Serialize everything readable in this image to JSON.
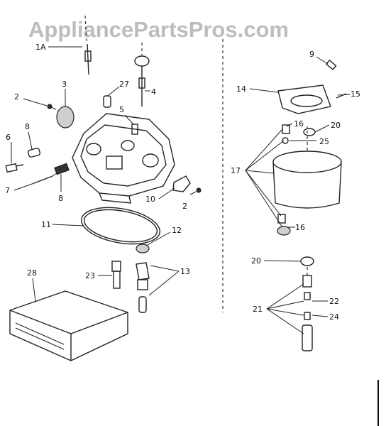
{
  "watermark": "AppliancePartsPros.com",
  "callouts": {
    "c1a": "1A",
    "c2a": "2",
    "c2b": "2",
    "c3": "3",
    "c4": "4",
    "c5": "5",
    "c6": "6",
    "c7": "7",
    "c8a": "8",
    "c8b": "8",
    "c9": "9",
    "c10": "10",
    "c11": "11",
    "c12": "12",
    "c13": "13",
    "c14": "14",
    "c15": "15",
    "c16a": "16",
    "c16b": "16",
    "c17": "17",
    "c20a": "20",
    "c20b": "20",
    "c21": "21",
    "c22": "22",
    "c23": "23",
    "c24": "24",
    "c25": "25",
    "c27": "27",
    "c28": "28"
  }
}
